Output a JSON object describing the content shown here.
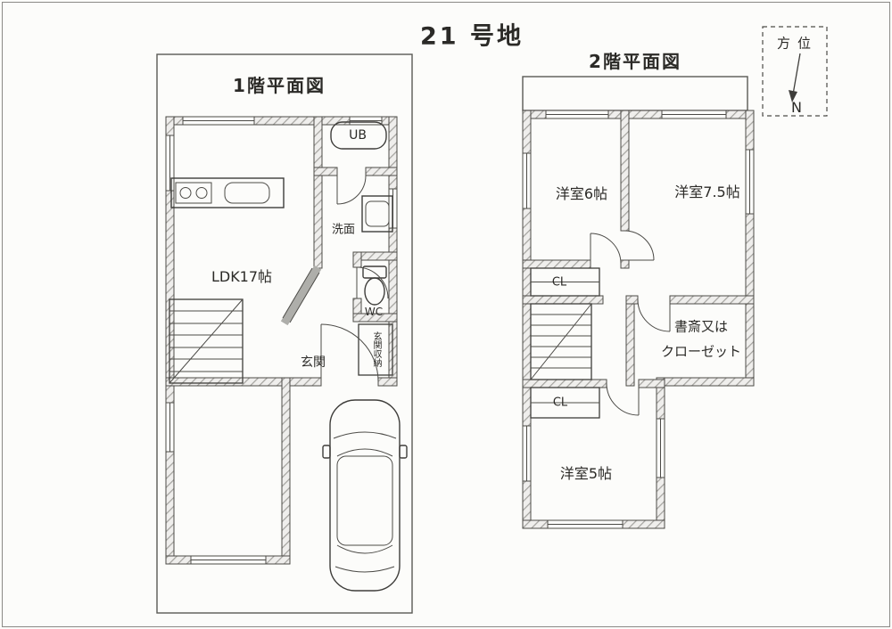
{
  "page": {
    "title": "21 号地"
  },
  "floor1": {
    "title": "1階平面図",
    "rooms": {
      "ldk": "LDK17帖",
      "bath": "UB",
      "washroom": "洗面",
      "toilet": "WC",
      "entrance": "玄関",
      "entrance_storage": "玄関収納"
    }
  },
  "floor2": {
    "title": "2階平面図",
    "rooms": {
      "bedroom_6": "洋室6帖",
      "bedroom_7_5": "洋室7.5帖",
      "closet_upper": "CL",
      "study_line1": "書斎又は",
      "study_line2": "クローゼット",
      "closet_lower": "CL",
      "bedroom_5": "洋室5帖"
    }
  },
  "compass": {
    "title": "方位",
    "north": "N"
  },
  "colors": {
    "paper": "#fcfcfa",
    "ink": "#3e3d3a",
    "wall_hatch": "#a3a29e"
  }
}
